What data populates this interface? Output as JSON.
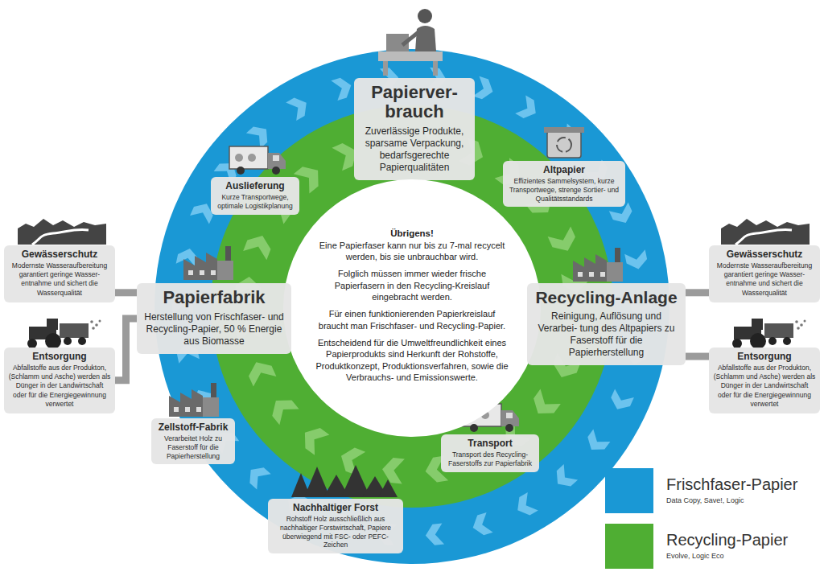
{
  "diagram": {
    "nodes": [
      {
        "text": [
          "Papierver- brauch",
          "Zuverlässige Produkte, sparsame Verpackung, bedarfsgerechte Papierqualitäten"
        ]
      },
      {
        "text": [
          "Auslieferung",
          "Kurze Transportwege, optimale Logistikplanung"
        ]
      },
      {
        "text": [
          "Altpapier",
          "Effizientes Sammelsystem, kurze Transportwege, strenge Sortier- und Qualitätsstandards"
        ]
      },
      {
        "text": [
          "Übrigens!",
          "Eine Papierfaser kann nur bis zu 7-mal recycelt werden, bis sie unbrauchbar wird.",
          "Folglich müssen immer wieder frische Papierfasern in den Recycling-Kreislauf eingebracht werden.",
          "Für einen funktionierenden Papierkreislauf braucht man Frischfaser- und Recycling-Papier.",
          "Entscheidend für die Umweltfreundlichkeit eines Papierprodukts sind Herkunft der Rohstoffe, Produktkonzept, Produktionsverfahren, sowie die Verbrauchs- und Emissionswerte."
        ]
      },
      {
        "text": [
          "Gewässerschutz",
          "Modernste Wasseraufbereitung garantiert geringe Wasser- entnahme und sichert die Wasserqualität"
        ]
      },
      {
        "text": [
          "Papierfabrik",
          "Herstellung von Frischfaser- und Recycling-Papier, 50 % Energie aus Biomasse"
        ]
      },
      {
        "text": [
          "Recycling-Anlage",
          "Reinigung, Auflösung und Verarbei- tung des Altpapiers zu Faserstoff für die Papierherstellung"
        ]
      },
      {
        "text": [
          "Gewässerschutz",
          "Modernste Wasseraufbereitung garantiert geringe Wasser- entnahme und sichert die Wasserqualität"
        ]
      },
      {
        "text": [
          "Entsorgung",
          "Abfallstoffe aus der Produkton, (Schlamm und Asche) werden als Dünger in der Landwirtschaft oder für die Energiegewinnung verwertet"
        ]
      },
      {
        "text": [
          "Entsorgung",
          "Abfallstoffe aus der Produkton, (Schlamm und Asche) werden als Dünger in der Landwirtschaft oder für die Energiegewinnung verwertet"
        ]
      },
      {
        "text": [
          "Zellstoff-Fabrik",
          "Verarbeitet Holz zu Faserstoff für die Papierherstellung"
        ]
      },
      {
        "text": [
          "Transport",
          "Transport des Recycling-Faserstoffs zur Papierfabrik"
        ]
      },
      {
        "text": [
          "Nachhaltiger Forst",
          "Rohstoff Holz ausschließlich aus nachhaltiger Forstwirtschaft, Papiere überwiegend mit FSC- oder PEFC-Zeichen"
        ]
      }
    ],
    "edges": [
      {
        "from": 4,
        "to": 5,
        "arrow": "none"
      },
      {
        "from": 8,
        "to": 5,
        "arrow": "none"
      },
      {
        "from": 7,
        "to": 6,
        "arrow": "none"
      },
      {
        "from": 9,
        "to": 6,
        "arrow": "none"
      }
    ],
    "labels": [
      "Data Copy, Save!, Logic",
      "Evolve, Logic Eco"
    ],
    "legend": [
      {
        "text": "Frischfaser-Papier",
        "color": "#1a98d5"
      },
      {
        "text": "Recycling-Papier",
        "color": "#4fae33"
      }
    ]
  }
}
